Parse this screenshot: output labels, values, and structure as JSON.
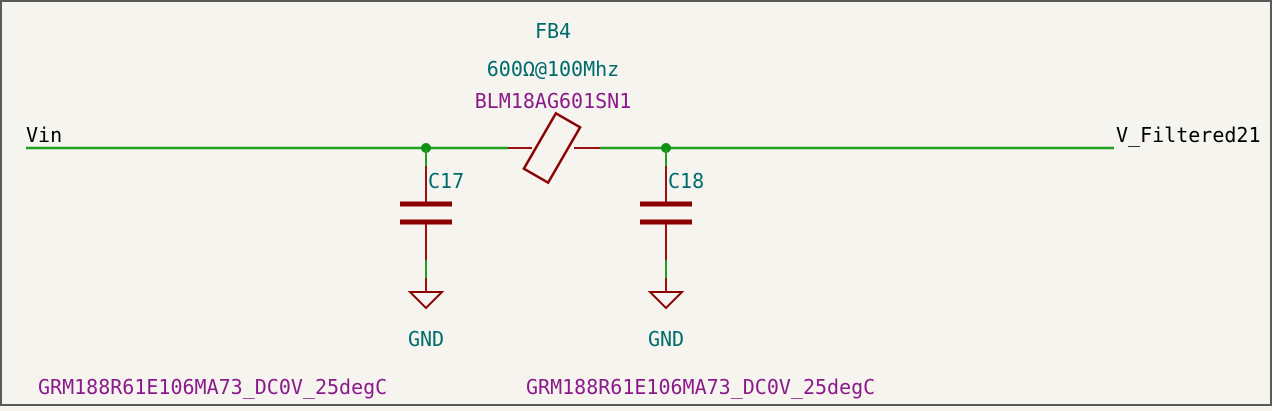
{
  "colors": {
    "background": "#f5f4ef",
    "border": "#5a5a5a",
    "wire": "#20a020",
    "junction": "#109010",
    "component_body": "#8b0000",
    "component_pin": "#a01010",
    "ref_text": "#006b6b",
    "value_text": "#8b1a8b",
    "net_text": "#000000"
  },
  "nets": {
    "input_label": "Vin",
    "output_label": "V_Filtered21"
  },
  "ferrite_bead": {
    "reference": "FB4",
    "rating": "600Ω@100Mhz",
    "part_number": "BLM18AG601SN1"
  },
  "capacitors": [
    {
      "reference": "C17",
      "ground_label": "GND",
      "part_number": "GRM188R61E106MA73_DC0V_25degC"
    },
    {
      "reference": "C18",
      "ground_label": "GND",
      "part_number": "GRM188R61E106MA73_DC0V_25degC"
    }
  ]
}
